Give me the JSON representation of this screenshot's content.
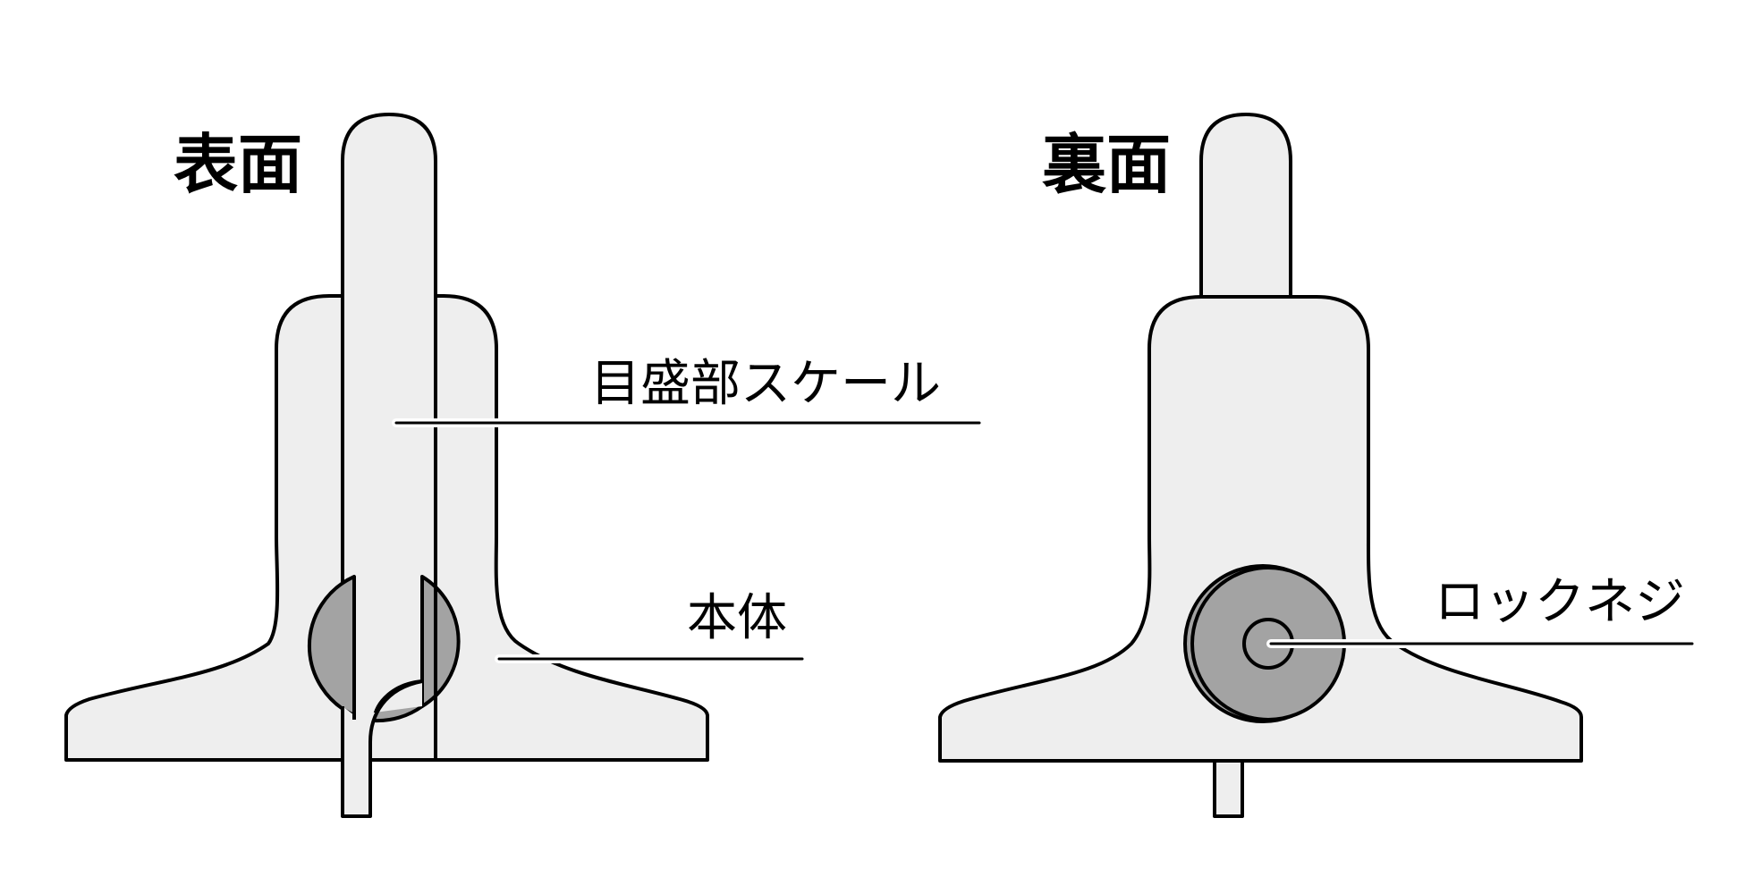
{
  "figure": {
    "colors": {
      "outline": "#000000",
      "body_fill": "#eeeeee",
      "knob_fill": "#a3a3a3",
      "background": "#ffffff"
    },
    "front": {
      "title": "表面",
      "labels": {
        "scale": "目盛部スケール",
        "body": "本体"
      }
    },
    "back": {
      "title": "裏面",
      "labels": {
        "lock_screw": "ロックネジ"
      }
    }
  }
}
